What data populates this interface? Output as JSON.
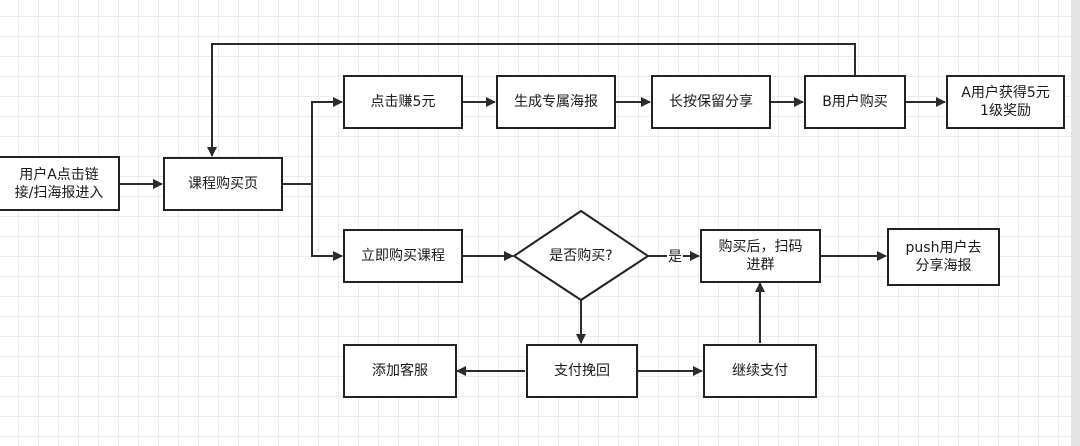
{
  "nodes": {
    "user_a_enter": "用户A点击链\n接/扫海报进入",
    "course_page": "课程购买页",
    "click_earn": "点击赚5元",
    "gen_poster": "生成专属海报",
    "long_press": "长按保留分享",
    "b_buy": "B用户购买",
    "a_reward": "A用户获得5元\n1级奖励",
    "buy_now": "立即购买课程",
    "is_bought": "是否购买?",
    "after_buy": "购买后，扫码\n进群",
    "push_share": "push用户去\n分享海报",
    "add_cs": "添加客服",
    "pay_recover": "支付挽回",
    "continue_pay": "继续支付"
  },
  "edge_labels": {
    "yes": "是"
  }
}
